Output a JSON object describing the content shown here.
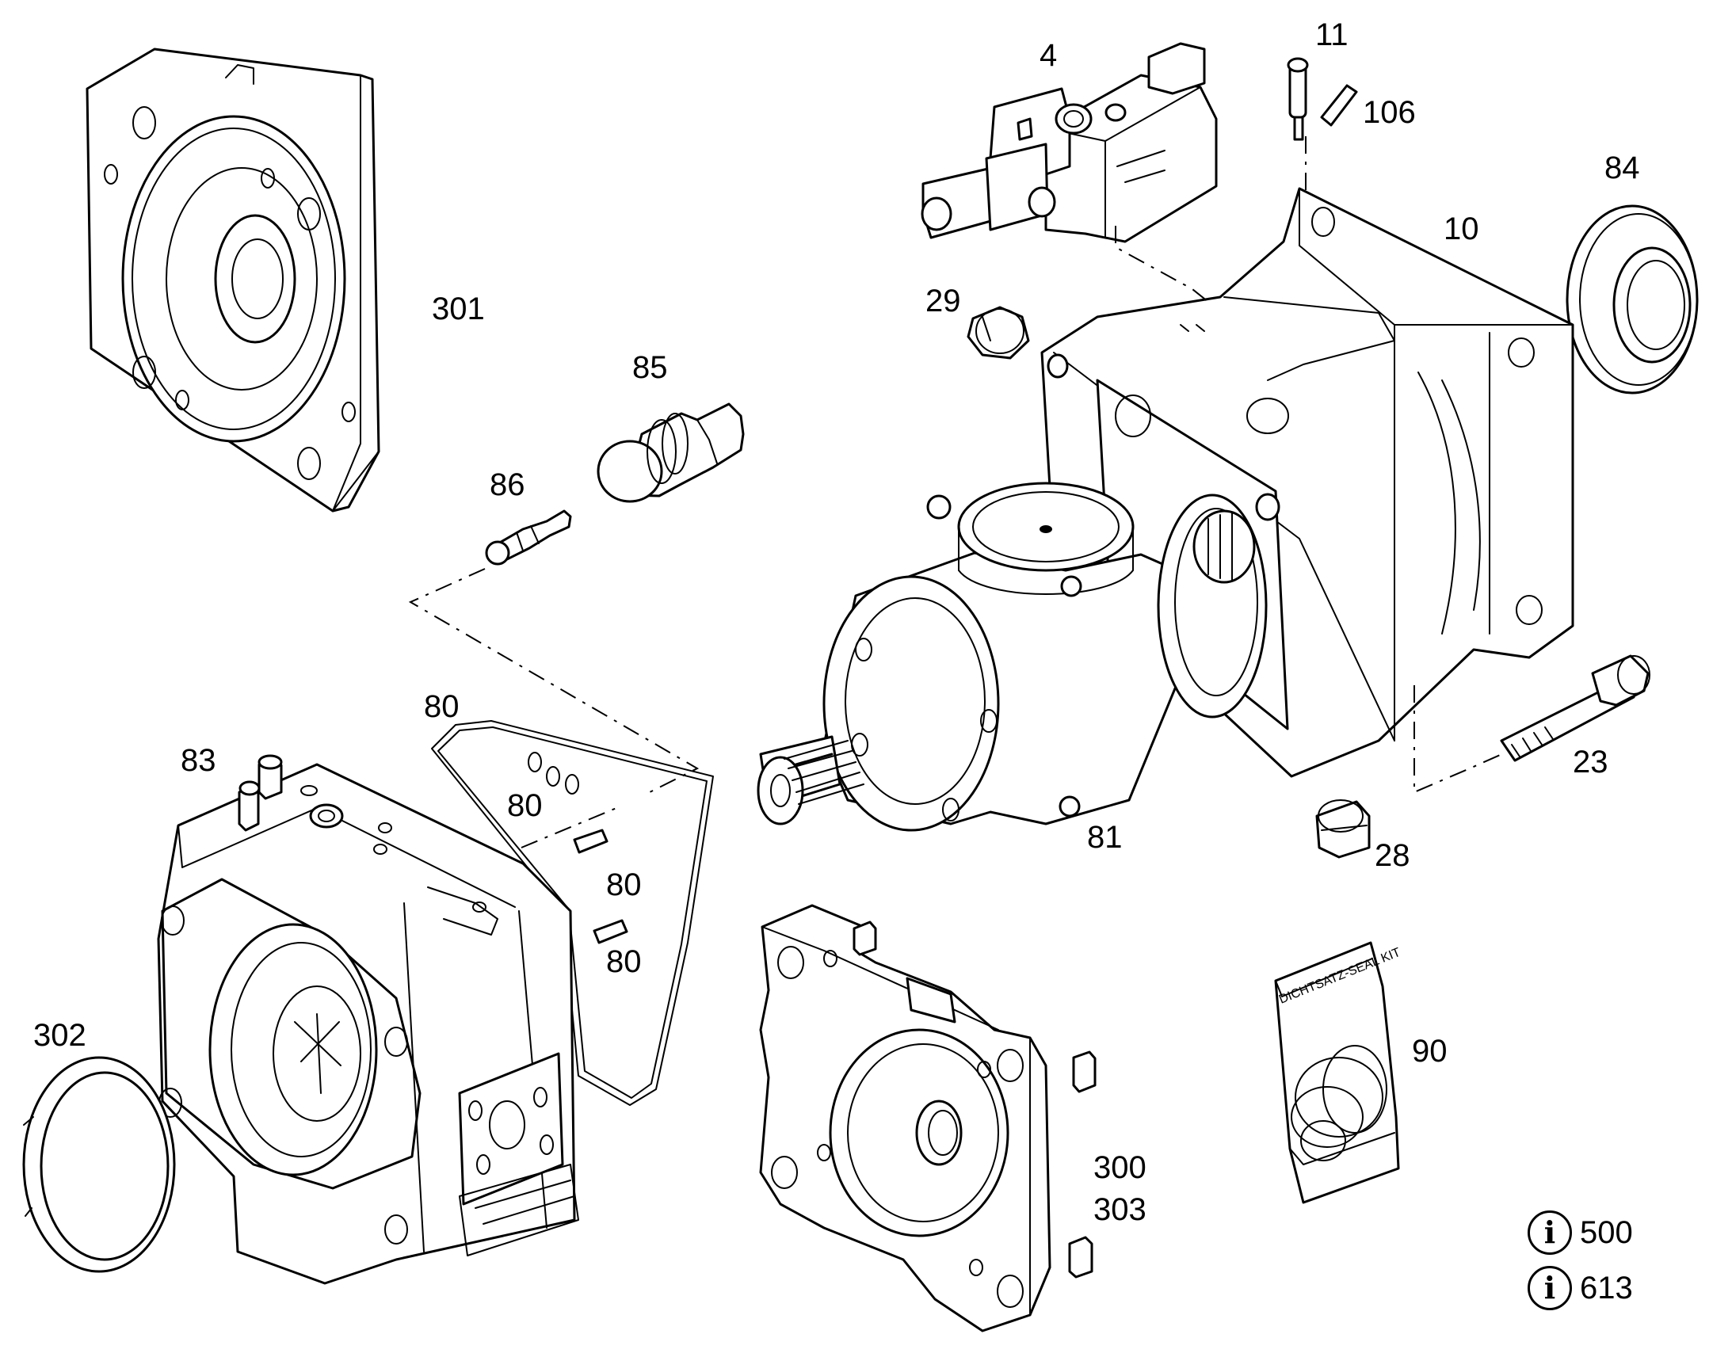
{
  "diagram": {
    "callouts": [
      {
        "id": "c4",
        "text": "4"
      },
      {
        "id": "c11",
        "text": "11"
      },
      {
        "id": "c106",
        "text": "106"
      },
      {
        "id": "c84",
        "text": "84"
      },
      {
        "id": "c10",
        "text": "10"
      },
      {
        "id": "c301",
        "text": "301"
      },
      {
        "id": "c29",
        "text": "29"
      },
      {
        "id": "c85",
        "text": "85"
      },
      {
        "id": "c86",
        "text": "86"
      },
      {
        "id": "c80a",
        "text": "80"
      },
      {
        "id": "c83",
        "text": "83"
      },
      {
        "id": "c80b",
        "text": "80"
      },
      {
        "id": "c80c",
        "text": "80"
      },
      {
        "id": "c80d",
        "text": "80"
      },
      {
        "id": "c81",
        "text": "81"
      },
      {
        "id": "c23",
        "text": "23"
      },
      {
        "id": "c28",
        "text": "28"
      },
      {
        "id": "c302",
        "text": "302"
      },
      {
        "id": "c90",
        "text": "90"
      },
      {
        "id": "c300",
        "text": "300"
      },
      {
        "id": "c303",
        "text": "303"
      }
    ],
    "seal_kit_text": "DICHTSATZ-SEAL KIT",
    "info_refs": [
      {
        "icon": "info-icon",
        "text": "500"
      },
      {
        "icon": "info-icon",
        "text": "613"
      }
    ]
  }
}
